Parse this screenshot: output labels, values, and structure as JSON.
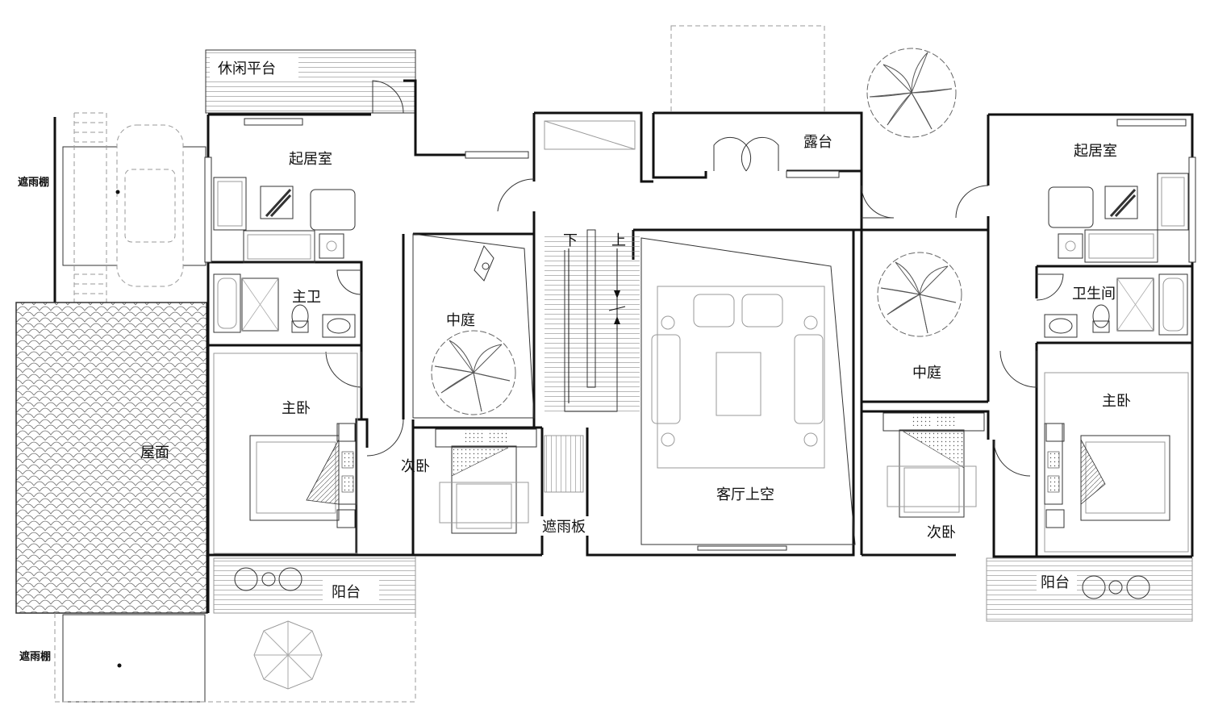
{
  "plan": {
    "rooms": {
      "leisure_terrace": "休闲平台",
      "living_left": "起居室",
      "living_right": "起居室",
      "terrace_top": "露台",
      "master_bath": "主卫",
      "bathroom_right": "卫生间",
      "courtyard_left": "中庭",
      "courtyard_right": "中庭",
      "master_bed_left": "主卧",
      "master_bed_right": "主卧",
      "roof": "屋面",
      "second_bed_left": "次卧",
      "second_bed_right": "次卧",
      "living_void": "客厅上空",
      "rain_board": "遮雨板",
      "balcony_left": "阳台",
      "balcony_right": "阳台",
      "canopy_top": "遮雨棚",
      "canopy_bottom": "遮雨棚"
    },
    "stair": {
      "down": "下",
      "up": "上"
    }
  }
}
